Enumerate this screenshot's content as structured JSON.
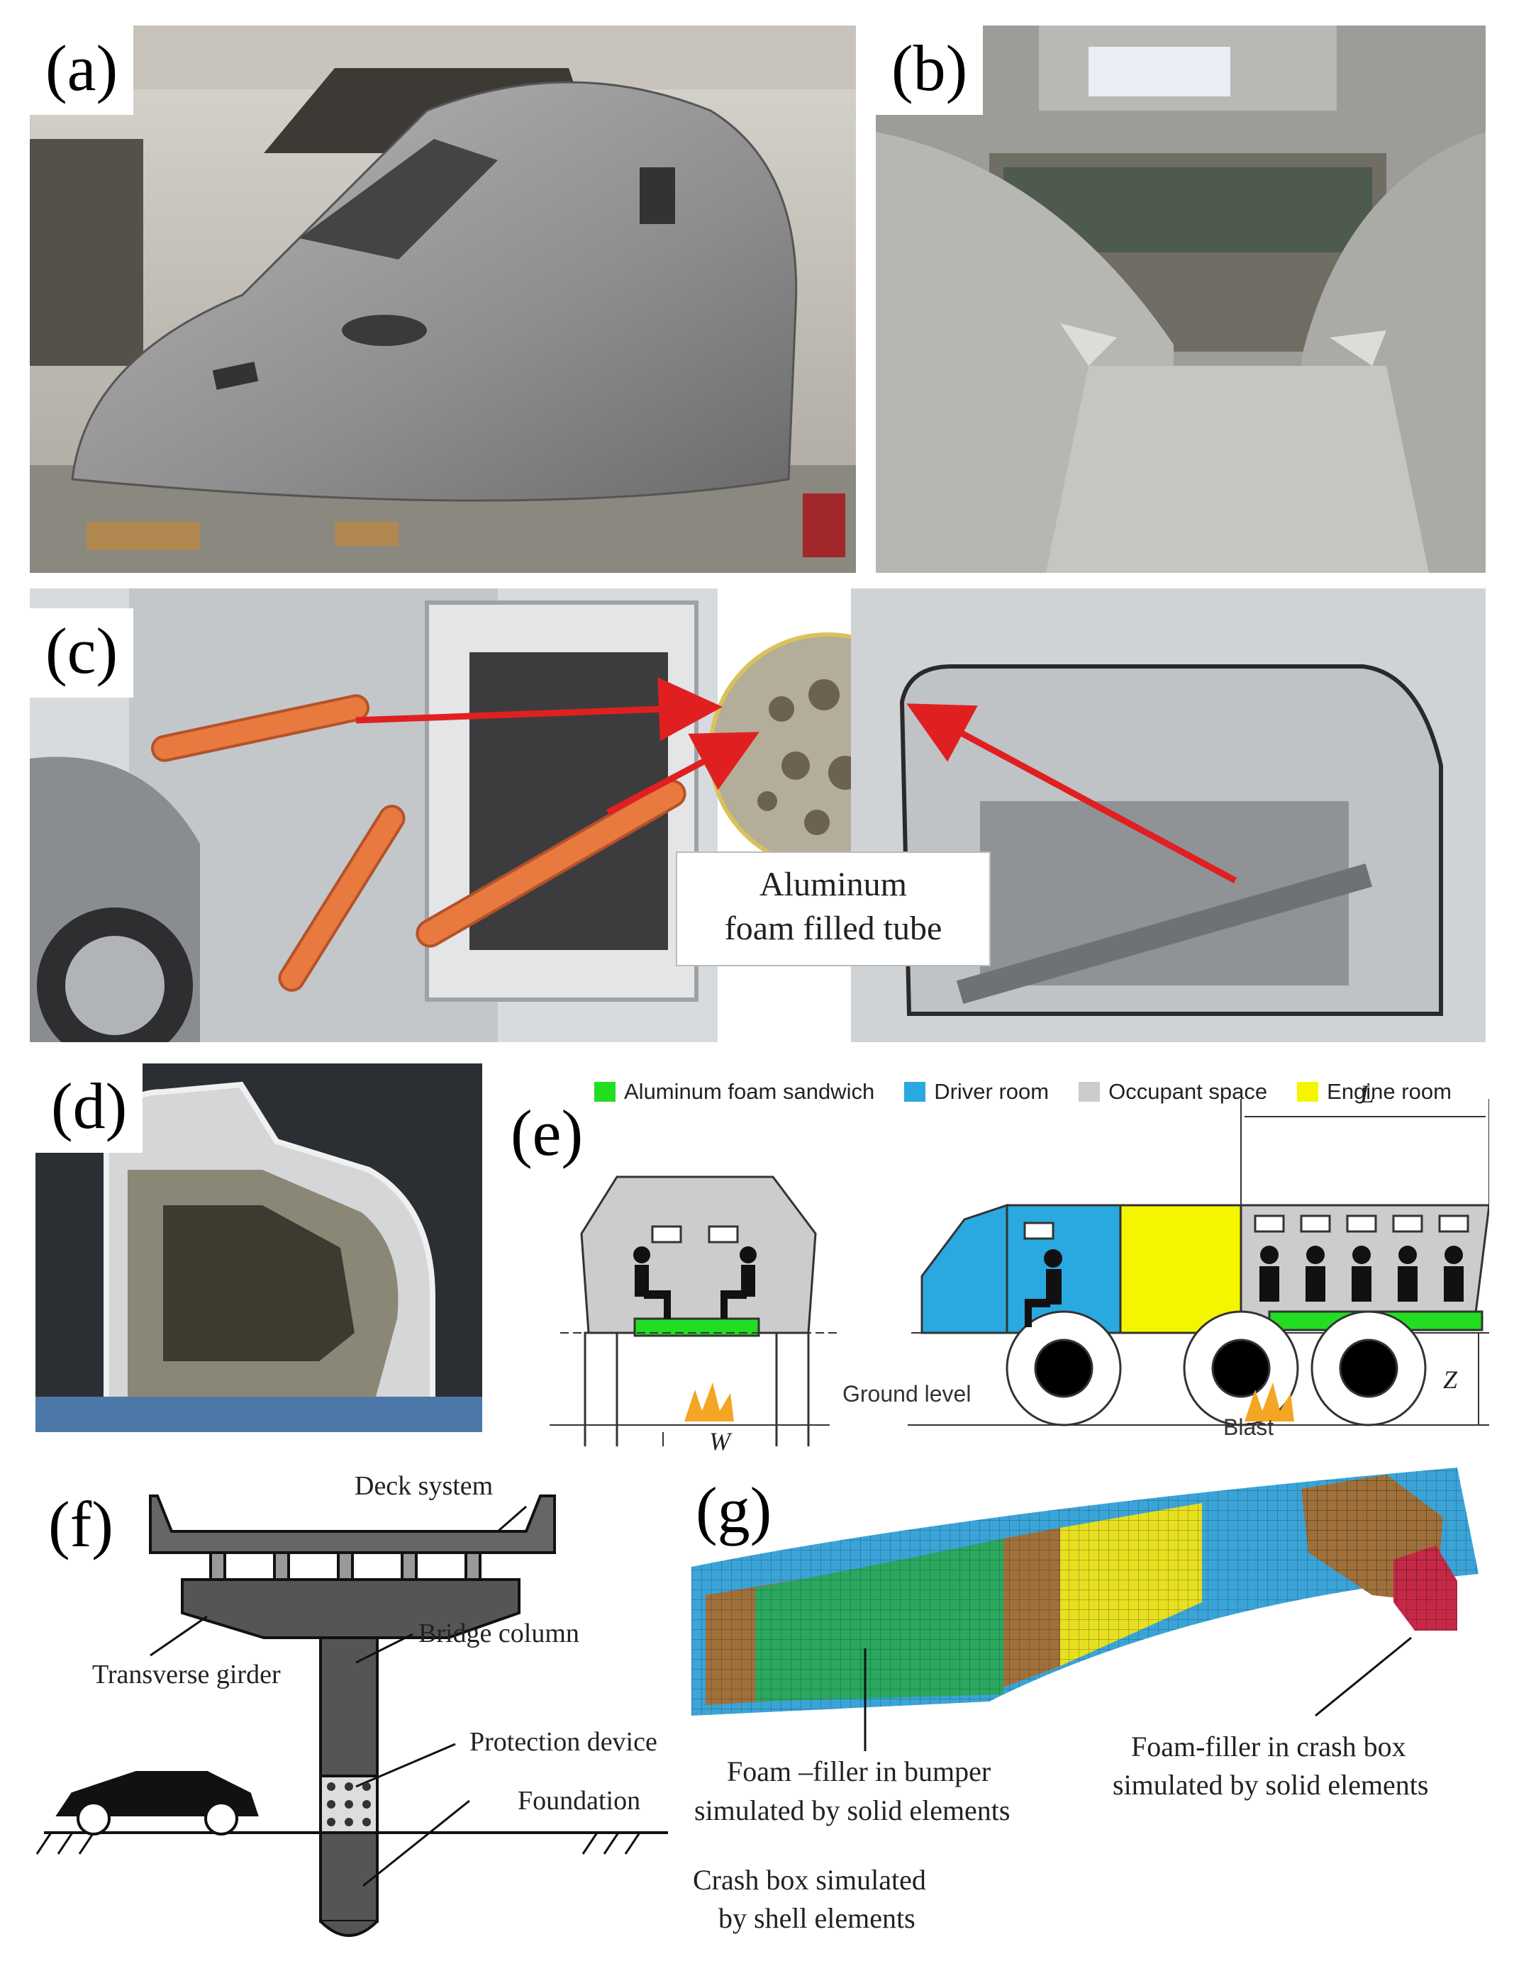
{
  "panels": {
    "a": {
      "label": "(a)"
    },
    "b": {
      "label": "(b)"
    },
    "c": {
      "label": "(c)",
      "callout_line1": "Aluminum",
      "callout_line2": "foam filled tube"
    },
    "d": {
      "label": "(d)"
    },
    "e": {
      "label": "(e)",
      "legend": [
        {
          "name": "Aluminum foam sandwich",
          "color": "#22dd22"
        },
        {
          "name": "Driver room",
          "color": "#2aa8e0"
        },
        {
          "name": "Occupant space",
          "color": "#cccccc"
        },
        {
          "name": "Engine room",
          "color": "#f5f500"
        }
      ],
      "dim_L": "L",
      "dim_Z": "Z",
      "dim_W": "W",
      "ground_label": "Ground level",
      "blast_label": "Blast"
    },
    "f": {
      "label": "(f)",
      "deck": "Deck system",
      "girder": "Transverse girder",
      "column": "Bridge column",
      "protection": "Protection device",
      "foundation": "Foundation"
    },
    "g": {
      "label": "(g)",
      "bumper_line1": "Foam –filler in bumper",
      "bumper_line2": "simulated by  solid elements",
      "crashbox_line1": "Foam-filler in crash box",
      "crashbox_line2": "simulated by solid elements",
      "shell_line1": "Crash box simulated",
      "shell_line2": "by shell elements"
    }
  },
  "colors": {
    "arrow_red": "#e02020",
    "mesh_blue": "#3aa4d8",
    "mesh_green": "#2aa860",
    "mesh_brown": "#a0703a",
    "mesh_yellow": "#e6e020",
    "mesh_red": "#c82848",
    "foam_green": "#22dd22"
  }
}
